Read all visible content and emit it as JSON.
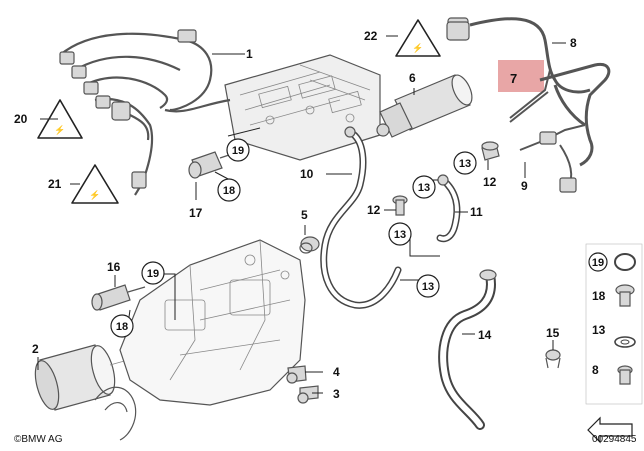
{
  "diagram": {
    "brand": "BMW AG",
    "image_code": "00294845",
    "highlighted_part": "7",
    "part_labels": [
      "1",
      "2",
      "3",
      "4",
      "5",
      "6",
      "7",
      "8",
      "9",
      "10",
      "11",
      "12",
      "14",
      "15",
      "16",
      "17",
      "20",
      "21",
      "22"
    ],
    "circled_labels": [
      "19",
      "18",
      "13"
    ],
    "legend": [
      "19",
      "18",
      "13",
      "8"
    ]
  }
}
